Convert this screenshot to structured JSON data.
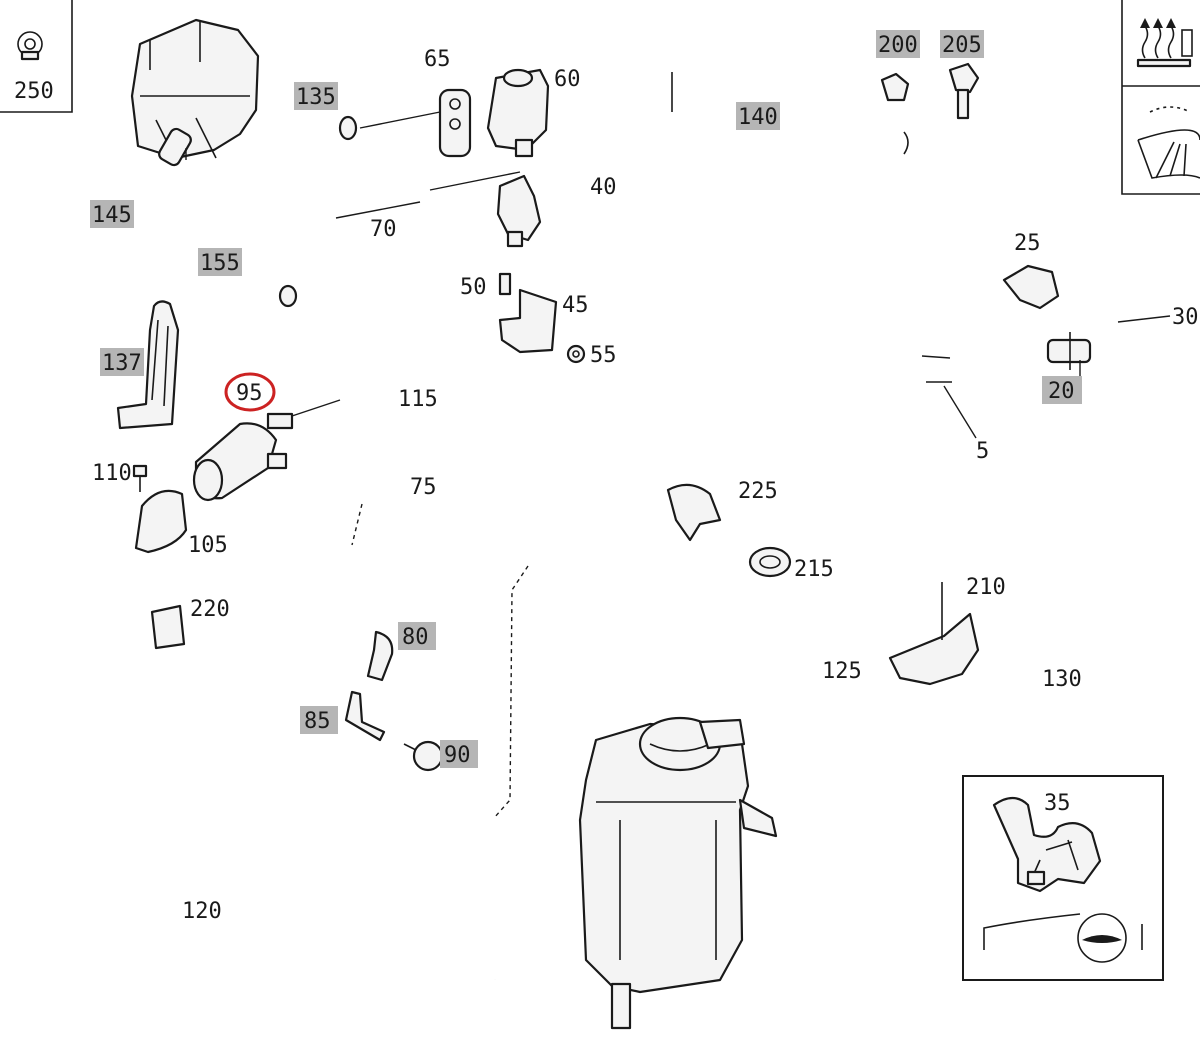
{
  "title": "",
  "labels": {
    "p250": "250",
    "p145": "145",
    "p155": "155",
    "p137": "137",
    "p135": "135",
    "p65": "65",
    "p60": "60",
    "p70": "70",
    "p140": "140",
    "p200": "200",
    "p205": "205",
    "p40": "40",
    "p25": "25",
    "p30": "30",
    "p50": "50",
    "p45": "45",
    "p55": "55",
    "p20": "20",
    "p5": "5",
    "p95": "95",
    "p115": "115",
    "p110": "110",
    "p105": "105",
    "p75": "75",
    "p225": "225",
    "p215": "215",
    "p220": "220",
    "p80": "80",
    "p210": "210",
    "p85": "85",
    "p90": "90",
    "p125": "125",
    "p130": "130",
    "p35": "35",
    "p120": "120"
  },
  "highlight_color": "#cc2222",
  "label_box_color": "#b5b5b5",
  "icons": [
    "clamp-icon",
    "heater-icon",
    "windshield-washer-icon",
    "steering-wheel-icon"
  ]
}
